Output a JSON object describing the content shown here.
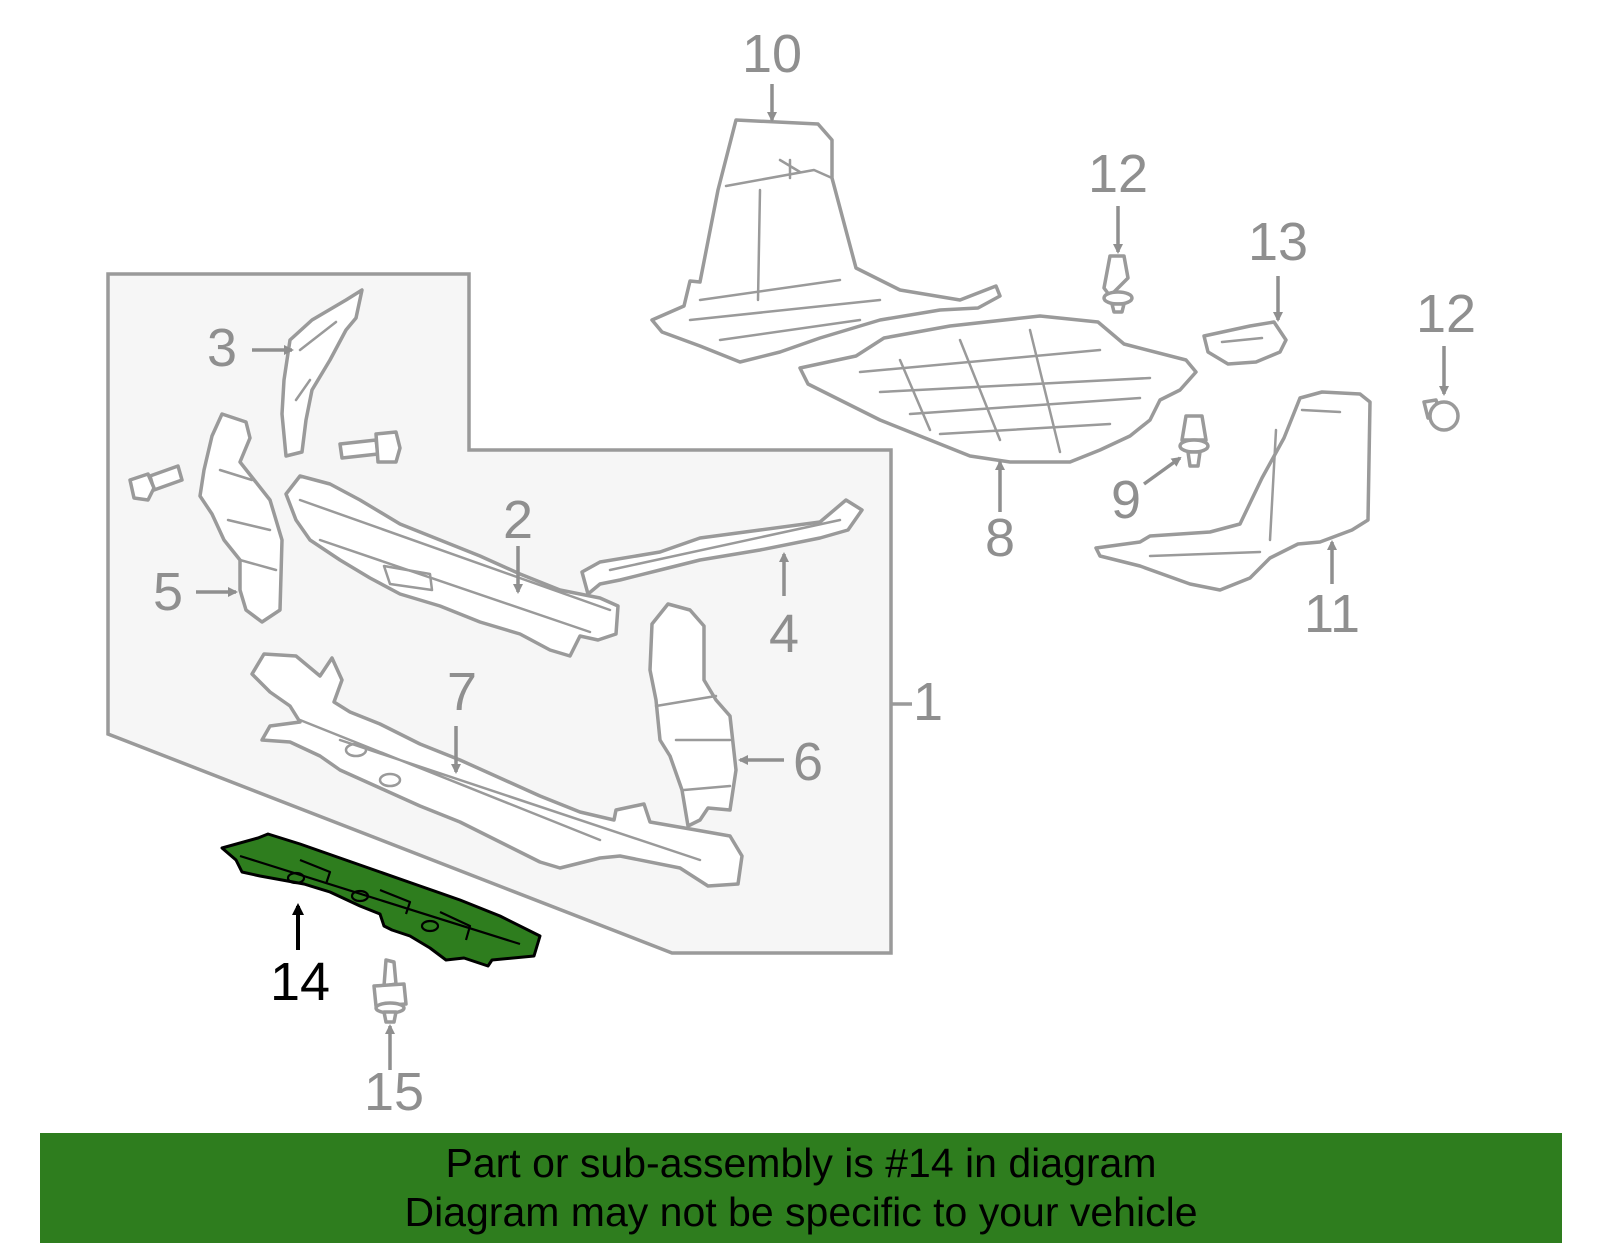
{
  "callouts": {
    "c1": "1",
    "c2": "2",
    "c3": "3",
    "c4": "4",
    "c5": "5",
    "c6": "6",
    "c7": "7",
    "c8": "8",
    "c9": "9",
    "c10": "10",
    "c11": "11",
    "c12a": "12",
    "c12b": "12",
    "c13": "13",
    "c14": "14",
    "c15": "15"
  },
  "highlight": {
    "part_number": "14",
    "color": "#2e7d1e"
  },
  "banner": {
    "line1": "Part or sub-assembly is #14 in diagram",
    "line2": "Diagram may not be specific to your vehicle"
  }
}
